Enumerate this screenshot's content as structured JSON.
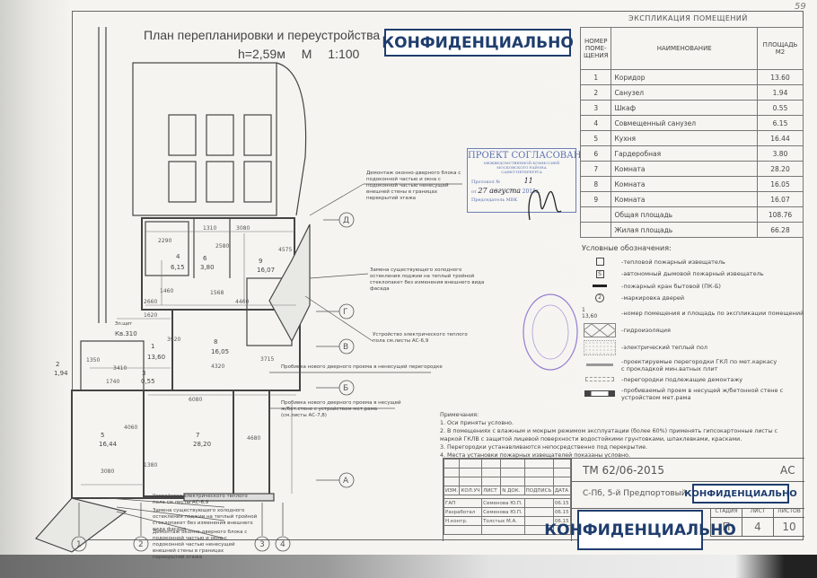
{
  "page_number": "59",
  "plan": {
    "title": "План перепланировки и переустройства",
    "height": "h=2,59м",
    "scale": "М 1:100",
    "axes_numeric": [
      "1",
      "2",
      "3",
      "4"
    ],
    "axes_letter": [
      "Д",
      "Г",
      "В",
      "Б",
      "А"
    ],
    "rooms": [
      {
        "num": "1",
        "area": "13,60"
      },
      {
        "num": "2",
        "area": "1,94"
      },
      {
        "num": "3",
        "area": "0,55"
      },
      {
        "num": "4",
        "area": "6,15"
      },
      {
        "num": "5",
        "area": "16,44"
      },
      {
        "num": "6",
        "area": "3,80"
      },
      {
        "num": "7",
        "area": "28,20"
      },
      {
        "num": "8",
        "area": "16,05"
      },
      {
        "num": "9",
        "area": "16,07"
      }
    ],
    "dimensions": [
      "2290",
      "1310",
      "3080",
      "2580",
      "4575",
      "1460",
      "1568",
      "2660",
      "4460",
      "1620",
      "3920",
      "3715",
      "1350",
      "1740",
      "3410",
      "4320",
      "6080",
      "4060",
      "1380",
      "4680",
      "3080"
    ],
    "riser_label": "Кв.310",
    "riser_note": "Эл.щит",
    "annotations": {
      "demolish_top": "Демонтаж оконно-дверного блока с подоконной частью и окна с подоконной частью ненесущей внешней стены в границах перекрытий этажа",
      "glazing_top": "Замена существующего холодного остекления лоджии на теплый тройной стеклопакет без изменения внешнего вида фасада",
      "floor_heating_top": "Устройство электрического теплого пола см.листы АС-6,9",
      "new_door_partition": "Пробивка нового дверного проема в ненесущей перегородке",
      "new_door_bearing": "Пробивка нового дверного проема в несущей ж/бет.стене с устройством мет.рама (см.листы АС-7,8)",
      "floor_heating_bottom": "Устройство электрического теплого пола см.листы АС-6,9",
      "glazing_bottom": "Замена существующего холодного остекления лоджии на теплый тройной стеклопакет без изменения внешнего вида фасада",
      "demolish_bottom": "Демонтаж оконно-дверного блока с подоконной частью и окна с подоконной частью ненесущей внешней стены в границах перекрытий этажа"
    }
  },
  "confidential_label": "КОНФИДЕНЦИАЛЬНО",
  "approval_stamp": {
    "title": "ПРОЕКТ СОГЛАСОВАН",
    "line1": "МЕЖВЕДОМСТВЕННОЙ КОМИССИЕЙ",
    "line2": "МОСКОВСКОГО РАЙОНА",
    "line3": "САНКТ-ПЕТЕРБУРГА",
    "protocol_label": "Протокол №",
    "protocol_no": "11",
    "date_prefix": "от",
    "date": "27 августа",
    "year": "2015г.",
    "chair_label": "Председатель МВК"
  },
  "explication": {
    "title": "ЭКСПЛИКАЦИЯ ПОМЕЩЕНИЙ",
    "headers": [
      "НОМЕР ПОМЕ-ЩЕНИЯ",
      "НАИМЕНОВАНИЕ",
      "ПЛОЩАДЬ М2"
    ],
    "rows": [
      [
        "1",
        "Коридор",
        "13.60"
      ],
      [
        "2",
        "Санузел",
        "1.94"
      ],
      [
        "3",
        "Шкаф",
        "0.55"
      ],
      [
        "4",
        "Совмещенный санузел",
        "6.15"
      ],
      [
        "5",
        "Кухня",
        "16.44"
      ],
      [
        "6",
        "Гардеробная",
        "3.80"
      ],
      [
        "7",
        "Комната",
        "28.20"
      ],
      [
        "8",
        "Комната",
        "16.05"
      ],
      [
        "9",
        "Комната",
        "16.07"
      ]
    ],
    "total_label": "Общая площадь",
    "total": "108.76",
    "living_label": "Жилая площадь",
    "living": "66.28"
  },
  "legend": {
    "title": "Условные обозначения:",
    "items": [
      "-тепловой пожарный извещатель",
      "-автономный дымовой пожарный извещатель",
      "-пожарный кран бытовой (ПК-Б)",
      "-маркировка дверей",
      "-номер помещения и площадь по экспликации помещений",
      "-гидроизоляция",
      "-электрический теплый пол",
      "-проектируемые перегородки ГКЛ по мет.каркасу с прокладкой мин.ватных плит",
      "-перегородки подлежащие демонтажу",
      "-пробиваемый проем в несущей ж/бетонной стене с устройством мет.рама"
    ],
    "sample_num": "1",
    "sample_area": "13,60",
    "door_mark": "2"
  },
  "notes": {
    "title": "Примечания:",
    "items": [
      "1. Оси приняты условно.",
      "2. В помещениях с влажным и мокрым режимом эксплуатации (более 60%) применять гипсокартонные листы с маркой ГКЛВ  с защитой лицевой поверхности водостойкими грунтовками, шпаклевками, красками.",
      "3. Перегородки устанавливаются непосредственно  под  перекрытие.",
      "4. Места установки пожарных извещателей показаны условно."
    ]
  },
  "title_block": {
    "doc_code": "ТМ 62/06-2015",
    "mark": "АС",
    "address": "С-Пб, 5-й Предпортовый",
    "col_headers": [
      "ИЗМ.",
      "КОЛ.УЧ",
      "ЛИСТ",
      "N ДОК.",
      "ПОДПИСЬ",
      "ДАТА"
    ],
    "signers": [
      {
        "role": "ГАП",
        "name": "Семенова Ю.П.",
        "date": "06.15"
      },
      {
        "role": "Разработал",
        "name": "Семенова Ю.П.",
        "date": "06.15"
      },
      {
        "role": "Н.контр.",
        "name": "Толстых М.А.",
        "date": "06.15"
      }
    ],
    "stage_label": "СТАДИЯ",
    "sheet_label": "ЛИСТ",
    "sheets_label": "ЛИСТОВ",
    "stage": "П",
    "sheet": "4",
    "sheets": "10"
  },
  "colors": {
    "stamp_blue": "#1f3d6d",
    "approval_blue": "#5a6fb0",
    "line": "#555555"
  }
}
